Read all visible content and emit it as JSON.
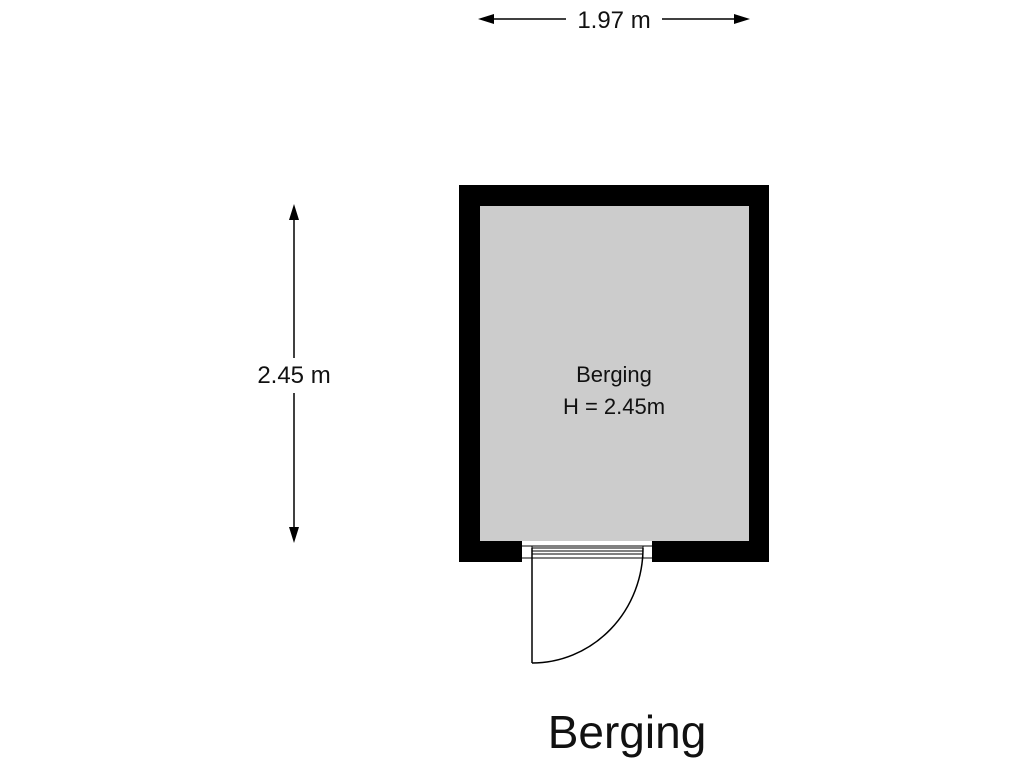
{
  "plan": {
    "title": "Berging",
    "width_dimension": "1.97 m",
    "height_dimension": "2.45 m",
    "room": {
      "name": "Berging",
      "ceiling_height": "H = 2.45m"
    }
  },
  "colors": {
    "wall": "#000000",
    "floor": "#cccccc",
    "background": "#ffffff"
  }
}
